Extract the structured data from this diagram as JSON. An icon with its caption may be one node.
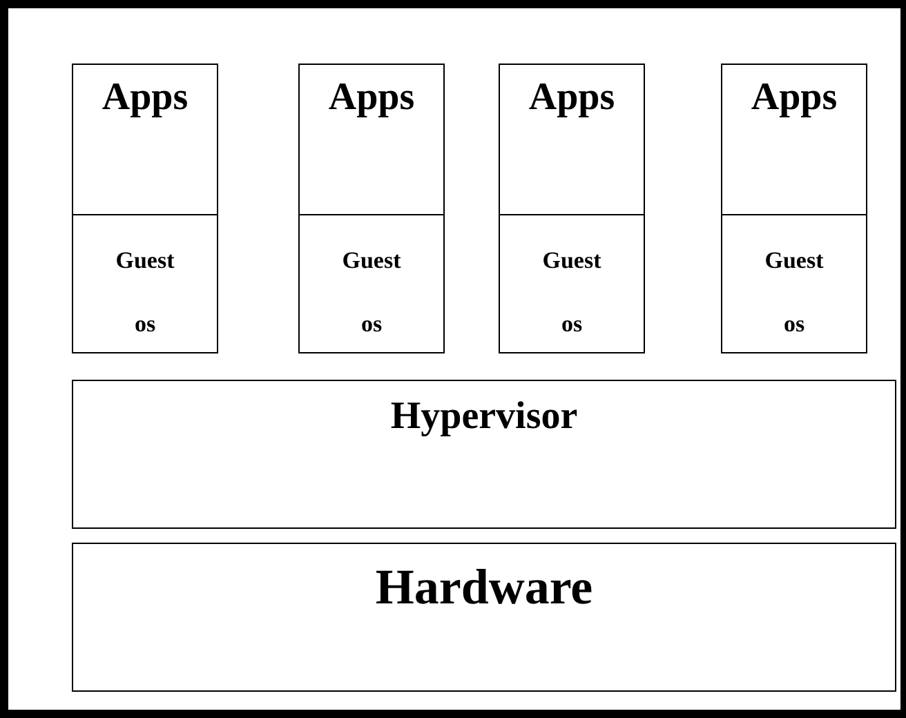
{
  "diagram": {
    "nodes": [
      {
        "text": [
          "Apps"
        ]
      },
      {
        "text": [
          "Apps"
        ]
      },
      {
        "text": [
          "Apps"
        ]
      },
      {
        "text": [
          "Apps"
        ]
      },
      {
        "text": [
          "Guest os"
        ]
      },
      {
        "text": [
          "Guest os"
        ]
      },
      {
        "text": [
          "Guest os"
        ]
      },
      {
        "text": [
          "Guest os"
        ]
      },
      {
        "text": [
          "Hypervisor"
        ]
      },
      {
        "text": [
          "Hardware"
        ]
      }
    ]
  }
}
